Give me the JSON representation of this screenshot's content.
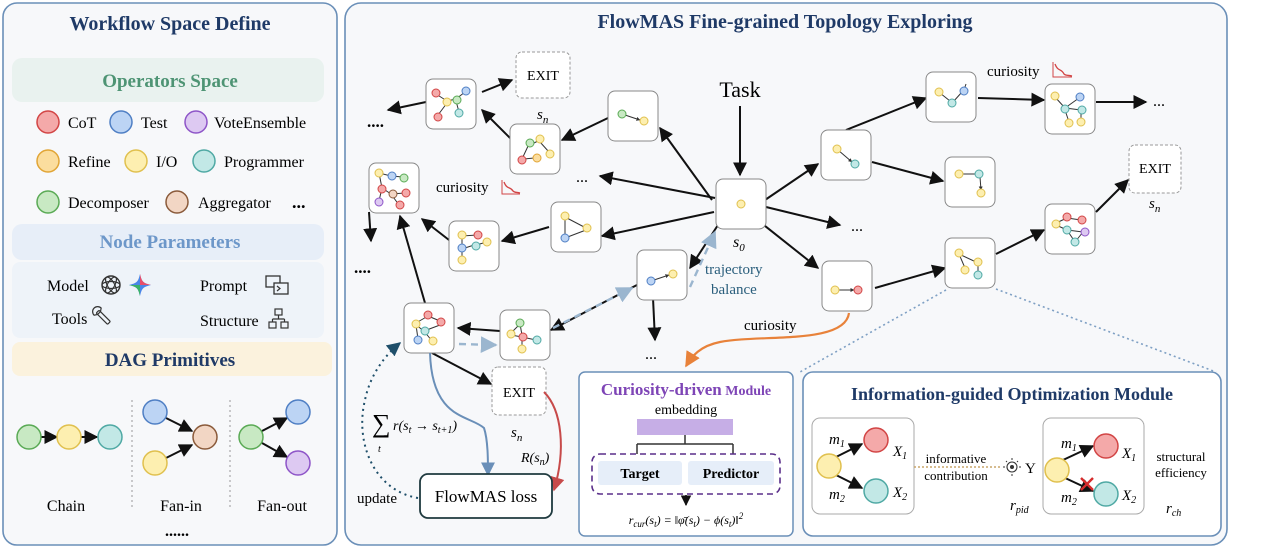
{
  "colors": {
    "panel_border": "#6a8fb8",
    "panel_bg": "#f7f8fa",
    "heading_blue": "#1f3a67",
    "ops_green": "#4e9474",
    "node_params_blue": "#6d97c9",
    "curiosity_purple": "#7e45b6",
    "accent_orange": "#e8823a",
    "loss_border": "#1f3a3f",
    "exit_red": "#c74a4a",
    "dashed_blue": "#9bb6cf",
    "trajectory_text": "#2a5e7c",
    "op_cot": "#f4a9a9",
    "op_test": "#bcd4f4",
    "op_vote": "#ddc9f2",
    "op_refine": "#fbdd9e",
    "op_io": "#fdefb0",
    "op_programmer": "#c2e8e6",
    "op_decomposer": "#c8e9c3",
    "op_aggregator": "#f2d6c4"
  },
  "left_panel": {
    "title": "Workflow Space Define",
    "operators_title": "Operators Space",
    "operators": [
      {
        "label": "CoT",
        "icon": "cot-operator-icon"
      },
      {
        "label": "Test",
        "icon": "test-operator-icon"
      },
      {
        "label": "VoteEnsemble",
        "icon": "vote-ensemble-operator-icon"
      },
      {
        "label": "Refine",
        "icon": "refine-operator-icon"
      },
      {
        "label": "I/O",
        "icon": "io-operator-icon"
      },
      {
        "label": "Programmer",
        "icon": "programmer-operator-icon"
      },
      {
        "label": "Decomposer",
        "icon": "decomposer-operator-icon"
      },
      {
        "label": "Aggregator",
        "icon": "aggregator-operator-icon"
      }
    ],
    "operators_more": "...",
    "node_params_title": "Node Parameters",
    "params": {
      "model": "Model",
      "prompt": "Prompt",
      "tools": "Tools",
      "structure": "Structure"
    },
    "dag_title": "DAG Primitives",
    "dag": {
      "chain": "Chain",
      "fan_in": "Fan-in",
      "fan_out": "Fan-out",
      "more": "......"
    }
  },
  "main_panel": {
    "title": "FlowMAS Fine-grained Topology Exploring",
    "task": "Task",
    "s0": "s",
    "s0_sub": "0",
    "exit": "EXIT",
    "sn": "s",
    "sn_sub": "n",
    "ellipsis": "...",
    "ellipsis4": "....",
    "curiosity": "curiosity",
    "trajectory_balance": [
      "trajectory",
      "balance"
    ],
    "update": "update",
    "loss_box": "FlowMAS loss",
    "sum_formula": "r(s",
    "sum_formula_t": "t",
    "sum_formula_arrow": " → s",
    "sum_formula_t1": "t+1",
    "sum_index": "t",
    "reward": "R(s",
    "reward_sub": "n"
  },
  "curiosity_module": {
    "title_main": "Curiosity-driven",
    "title_tail": " Module",
    "embedding": "embedding",
    "target": "Target",
    "predictor": "Predictor",
    "formula": "r",
    "formula_sub": "cur",
    "formula_rest": "(s",
    "formula_body": ") = ‖φ̄(s",
    "formula_body2": ") − ϕ(s",
    "formula_end": ")‖",
    "formula_sq": "2"
  },
  "info_module": {
    "title": "Information-guided Optimization Module",
    "m1": "m",
    "m2": "m",
    "x1": "X",
    "x2": "X",
    "informative": "informative",
    "contribution": "contribution",
    "y": "Y",
    "r_pid": "r",
    "r_pid_sub": "pid",
    "r_ch": "r",
    "r_ch_sub": "ch",
    "structural": "structural",
    "efficiency": "efficiency"
  }
}
